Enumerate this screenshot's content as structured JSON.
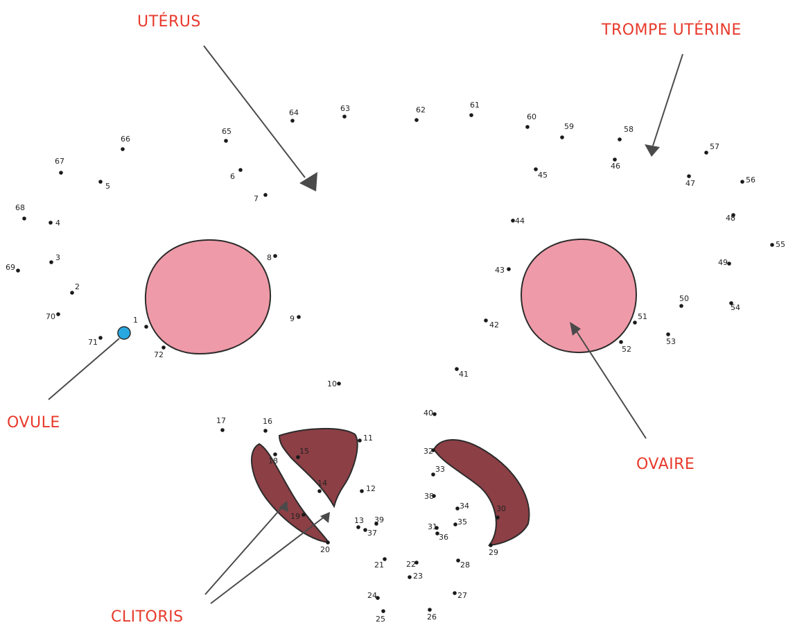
{
  "labels": {
    "uterus": "UTÉRUS",
    "trompe": "TROMPE UTÉRINE",
    "ovule": "OVULE",
    "ovaire": "OVAIRE",
    "clitoris": "CLITORIS"
  },
  "colors": {
    "label": "#e8392b",
    "ovary_fill": "#ef9aa8",
    "clitoris_fill": "#8c3f45",
    "ovum_fill": "#29a8e0",
    "outline": "#2b2b2b"
  },
  "numbers": [
    "1",
    "2",
    "3",
    "4",
    "5",
    "6",
    "7",
    "8",
    "9",
    "10",
    "11",
    "12",
    "13",
    "14",
    "15",
    "16",
    "17",
    "18",
    "19",
    "20",
    "21",
    "22",
    "23",
    "24",
    "25",
    "26",
    "27",
    "28",
    "29",
    "30",
    "31",
    "32",
    "33",
    "34",
    "35",
    "36",
    "37",
    "38",
    "39",
    "40",
    "41",
    "42",
    "43",
    "44",
    "45",
    "46",
    "47",
    "48",
    "49",
    "50",
    "51",
    "52",
    "53",
    "54",
    "55",
    "56",
    "57",
    "58",
    "59",
    "60",
    "61",
    "62",
    "63",
    "64",
    "65",
    "66",
    "67",
    "68",
    "69",
    "70",
    "71",
    "72"
  ]
}
